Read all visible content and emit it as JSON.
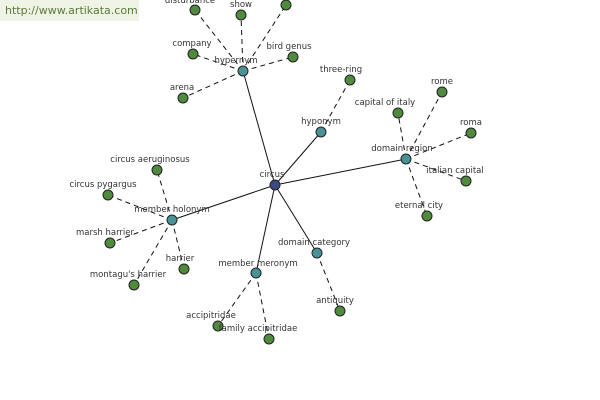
{
  "watermark": {
    "text": "http://www.artikata.com"
  },
  "graph": {
    "center": {
      "label": "circus"
    },
    "relations": [
      {
        "id": "hypernym",
        "label": "hypernym"
      },
      {
        "id": "hyponym",
        "label": "hyponym"
      },
      {
        "id": "domain-region",
        "label": "domain region"
      },
      {
        "id": "member-holonym",
        "label": "member holonym"
      },
      {
        "id": "member-meronym",
        "label": "member meronym"
      },
      {
        "id": "domain-category",
        "label": "domain category"
      }
    ],
    "leaves": [
      {
        "label": "disturbance",
        "parent": "hypernym"
      },
      {
        "label": "show",
        "parent": "hypernym"
      },
      {
        "label": "",
        "parent": "hypernym"
      },
      {
        "label": "company",
        "parent": "hypernym"
      },
      {
        "label": "bird genus",
        "parent": "hypernym"
      },
      {
        "label": "arena",
        "parent": "hypernym"
      },
      {
        "label": "three-ring",
        "parent": "hyponym"
      },
      {
        "label": "rome",
        "parent": "domain-region"
      },
      {
        "label": "capital of italy",
        "parent": "domain-region"
      },
      {
        "label": "roma",
        "parent": "domain-region"
      },
      {
        "label": "italian capital",
        "parent": "domain-region"
      },
      {
        "label": "eternal city",
        "parent": "domain-region"
      },
      {
        "label": "circus aeruginosus",
        "parent": "member-holonym"
      },
      {
        "label": "circus pygargus",
        "parent": "member-holonym"
      },
      {
        "label": "marsh harrier",
        "parent": "member-holonym"
      },
      {
        "label": "harrier",
        "parent": "member-holonym"
      },
      {
        "label": "montagu's harrier",
        "parent": "member-holonym"
      },
      {
        "label": "accipitridae",
        "parent": "member-meronym"
      },
      {
        "label": "family accipitridae",
        "parent": "member-meronym"
      },
      {
        "label": "antiquity",
        "parent": "domain-category"
      }
    ]
  }
}
